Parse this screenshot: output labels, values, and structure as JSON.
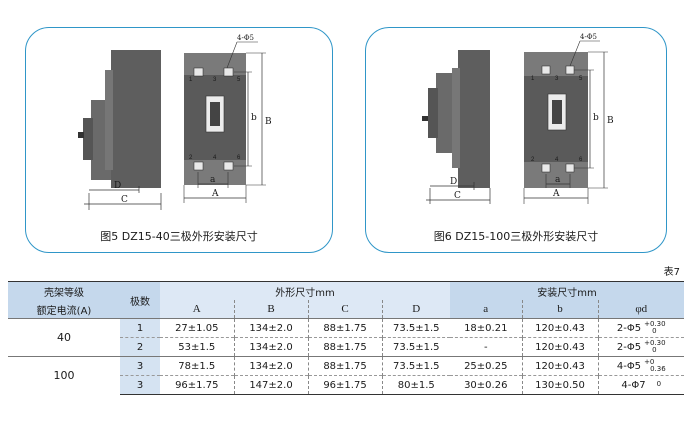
{
  "figures": [
    {
      "caption": "图5 DZ15-40三极外形安装尺寸",
      "labels": {
        "hole": "4-Φ5",
        "terminals_top": [
          "1",
          "3",
          "5"
        ],
        "terminals_bottom": [
          "2",
          "4",
          "6"
        ],
        "D": "D",
        "C": "C",
        "a": "a",
        "A": "A",
        "b": "b",
        "B": "B"
      }
    },
    {
      "caption": "图6 DZ15-100三极外形安装尺寸",
      "labels": {
        "hole": "4-Φ5",
        "terminals_top": [
          "1",
          "3",
          "5"
        ],
        "terminals_bottom": [
          "2",
          "4",
          "6"
        ],
        "D": "D",
        "C": "C",
        "a": "a",
        "A": "A",
        "b": "b",
        "B": "B"
      }
    }
  ],
  "table": {
    "number": "表7",
    "headers": {
      "frame_grade": "壳架等级",
      "rated_current": "额定电流(A)",
      "poles": "极数",
      "outline": "外形尺寸mm",
      "install": "安装尺寸mm",
      "cols": [
        "A",
        "B",
        "C",
        "D",
        "a",
        "b",
        "φd"
      ]
    },
    "rows": [
      {
        "current": "40",
        "poles": "1",
        "A": "27±1.05",
        "B": "134±2.0",
        "C": "88±1.75",
        "D": "73.5±1.5",
        "a": "18±0.21",
        "b": "120±0.43",
        "phid": "2-Φ5",
        "tol_up": "+0.30",
        "tol_low": "0"
      },
      {
        "current": "",
        "poles": "2",
        "A": "53±1.5",
        "B": "134±2.0",
        "C": "88±1.75",
        "D": "73.5±1.5",
        "a": "-",
        "b": "120±0.43",
        "phid": "2-Φ5",
        "tol_up": "+0.30",
        "tol_low": "0"
      },
      {
        "current": "100",
        "poles": "3",
        "A": "78±1.5",
        "B": "134±2.0",
        "C": "88±1.75",
        "D": "73.5±1.5",
        "a": "25±0.25",
        "b": "120±0.43",
        "phid": "4-Φ5",
        "tol_up": "+0",
        "tol_low": "0.36"
      },
      {
        "current": "",
        "poles": "3",
        "A": "96±1.75",
        "B": "147±2.0",
        "C": "96±1.75",
        "D": "80±1.5",
        "a": "30±0.26",
        "b": "130±0.50",
        "phid": "4-Φ7",
        "tol_up": "0",
        "tol_low": ""
      }
    ]
  }
}
